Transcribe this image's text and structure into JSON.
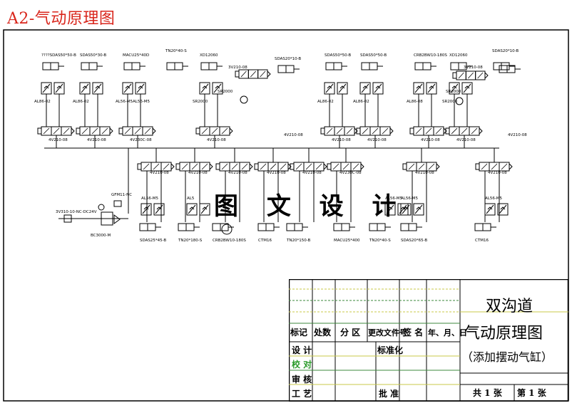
{
  "title": "A2-气动原理图",
  "watermark": "图 文 设 计",
  "top_units": [
    {
      "cyl": [
        "????SDAS50*50-B"
      ],
      "valve": "4V210-08",
      "sensor": "AL86-02"
    },
    {
      "cyl": [
        "SDAS50*30-B"
      ],
      "valve": "4V210-08",
      "sensor": "AL86-02"
    },
    {
      "cyl": [
        "MACU25*40D",
        "TN20*40-S"
      ],
      "valve": "4V230C-08",
      "sensor": "AL56-M5"
    },
    {
      "cyl": [
        "XD12060"
      ],
      "valve": "4V210-08",
      "sensor": "SR2000"
    },
    {
      "cyl": [
        "SDAS50*50-B"
      ],
      "valve": "4V210-08",
      "sensor": "AL86-02"
    },
    {
      "cyl": [
        "SDAS50*50-B"
      ],
      "valve": "4V210-08",
      "sensor": "AL86-02"
    },
    {
      "cyl": [
        "CRB2BW10-180S"
      ],
      "valve": "4V210-08",
      "sensor": "AL86-08"
    },
    {
      "cyl": [
        "XD12060",
        "SDAS20*10-B"
      ],
      "valve": "4V210-08",
      "sensor": "SR2000"
    }
  ],
  "top_extra_labels": [
    "AL56-M5",
    "3V210-08",
    "SDAS20*10-B",
    "SR2000",
    "3V210-08",
    "SR2000",
    "4V210-08",
    "4V210-08"
  ],
  "bottom_valves": [
    "4V210-08",
    "4V210-08",
    "4V210-08",
    "4V210-08",
    "4V210-08",
    "4V230C-08",
    "4V210-08",
    "4V210-08"
  ],
  "bottom_sensors": [
    "AL56-M5",
    "AL5",
    "AL56-M5",
    "AL56-M5",
    "AL56-M5"
  ],
  "bottom_cylinders": [
    "SDAS25*45-B",
    "TN20*180-S",
    "CRB2BW10-180S",
    "CTM16",
    "TN20*150-B",
    "MACU25*400",
    "TN20*40-S",
    "SDAS20*65-B",
    "CTM16"
  ],
  "air_supply": {
    "valve": "3V310-10-NC-DC24V",
    "filter": "GFM11-NC",
    "regulator": "BC3000-M"
  },
  "titleblock": {
    "header_row": [
      "标记",
      "处数",
      "分 区",
      "更改文件号",
      "签 名",
      "年、月、日"
    ],
    "rows_left": [
      "设 计",
      "校 对",
      "审 核",
      "工 艺"
    ],
    "standardization": "标准化",
    "approve": "批 准",
    "drawing_name": [
      "双沟道",
      "气动原理图",
      "（添加摆动气缸）"
    ],
    "sheets_total": "共 1 张",
    "sheet_no": "第 1 张"
  },
  "colors": {
    "title": "#d9261c",
    "line": "#000000",
    "grid_green": "#3c8a3c",
    "grid_yellow": "#c8c84a",
    "proofread": "#2a9a2a"
  }
}
